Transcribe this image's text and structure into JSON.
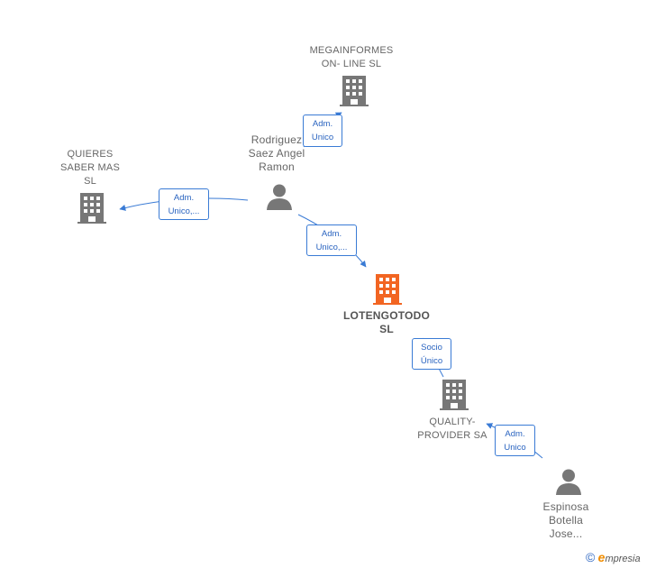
{
  "nodes": {
    "megainformes": {
      "label_line1": "MEGAINFORMES",
      "label_line2": "ON- LINE SL",
      "type": "company",
      "color": "#777777"
    },
    "quieres": {
      "label_line1": "QUIERES",
      "label_line2": "SABER MAS",
      "label_line3": "SL",
      "type": "company",
      "color": "#777777"
    },
    "rodriguez": {
      "label_line1": "Rodriguez",
      "label_line2": "Saez Angel",
      "label_line3": "Ramon",
      "type": "person",
      "color": "#777777"
    },
    "lotengotodo": {
      "label_line1": "LOTENGOTODO",
      "label_line2": "SL",
      "type": "company",
      "color": "#f26522",
      "highlight": true
    },
    "quality": {
      "label_line1": "QUALITY-",
      "label_line2": "PROVIDER SA",
      "type": "company",
      "color": "#777777"
    },
    "espinosa": {
      "label_line1": "Espinosa",
      "label_line2": "Botella",
      "label_line3": "Jose...",
      "type": "person",
      "color": "#777777"
    }
  },
  "edges": {
    "rodriguez_megainformes": {
      "line1": "Adm.",
      "line2": "Unico"
    },
    "rodriguez_quieres": {
      "line1": "Adm.",
      "line2": "Unico,..."
    },
    "rodriguez_lotengotodo": {
      "line1": "Adm.",
      "line2": "Unico,..."
    },
    "lotengotodo_quality": {
      "line1": "Socio",
      "line2": "Único"
    },
    "espinosa_quality": {
      "line1": "Adm.",
      "line2": "Unico"
    }
  },
  "colors": {
    "edge": "#3a7bd5",
    "company": "#777777",
    "highlight": "#f26522"
  },
  "watermark": {
    "copyright": "©",
    "brand_initial": "e",
    "brand_rest": "mpresia"
  }
}
